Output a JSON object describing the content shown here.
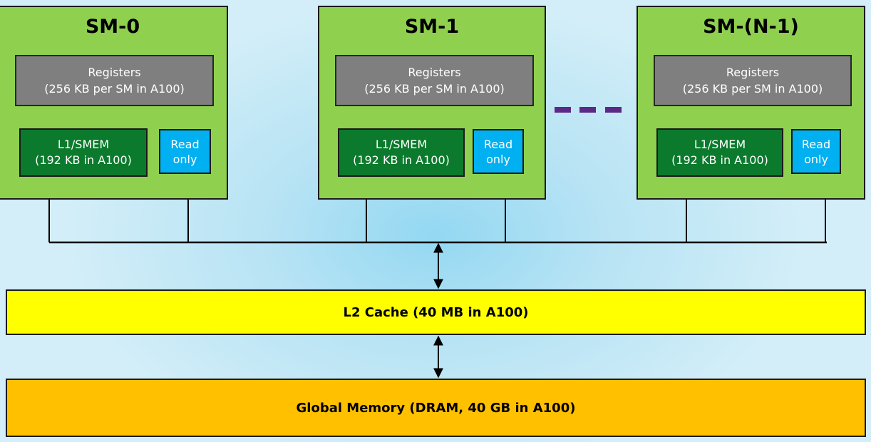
{
  "sms": [
    {
      "title": "SM-0",
      "registers": {
        "line1": "Registers",
        "line2": "(256 KB per SM in A100)"
      },
      "l1": {
        "line1": "L1/SMEM",
        "line2": "(192 KB in A100)"
      },
      "readonly": {
        "line1": "Read",
        "line2": "only"
      }
    },
    {
      "title": "SM-1",
      "registers": {
        "line1": "Registers",
        "line2": "(256 KB per SM in A100)"
      },
      "l1": {
        "line1": "L1/SMEM",
        "line2": "(192 KB in A100)"
      },
      "readonly": {
        "line1": "Read",
        "line2": "only"
      }
    },
    {
      "title": "SM-(N-1)",
      "registers": {
        "line1": "Registers",
        "line2": "(256 KB per SM in A100)"
      },
      "l1": {
        "line1": "L1/SMEM",
        "line2": "(192 KB in A100)"
      },
      "readonly": {
        "line1": "Read",
        "line2": "only"
      }
    }
  ],
  "l2_cache": {
    "label": "L2 Cache (40 MB in A100)"
  },
  "global_memory": {
    "label": "Global Memory (DRAM, 40 GB in A100)"
  },
  "colors": {
    "sm_fill": "#8fd14f",
    "registers_fill": "#7f7f7f",
    "l1_fill": "#0b7a2c",
    "readonly_fill": "#00b0f0",
    "l2_fill": "#ffff00",
    "global_fill": "#ffc000",
    "reg_link_arrow": "#7b4fc4",
    "ellipsis_dash": "#5b2a86"
  }
}
